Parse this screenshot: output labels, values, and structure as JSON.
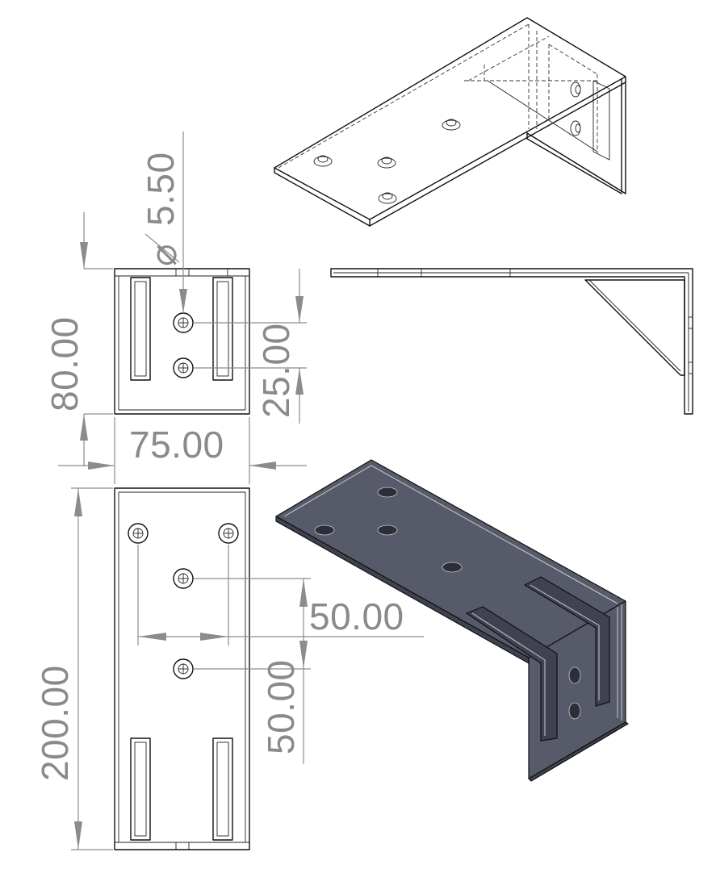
{
  "dimensions": {
    "hole_diameter": "5.50",
    "top_height": "80.00",
    "top_width": "75.00",
    "hole_spacing_top": "25.00",
    "length": "200.00",
    "hole_spacing_horizontal": "50.00",
    "hole_spacing_vertical": "50.00"
  },
  "symbols": {
    "diameter_symbol": "⌀"
  },
  "colors": {
    "line": "#111111",
    "dimension": "#8c8c8c",
    "solid_fill": "#575a68"
  }
}
